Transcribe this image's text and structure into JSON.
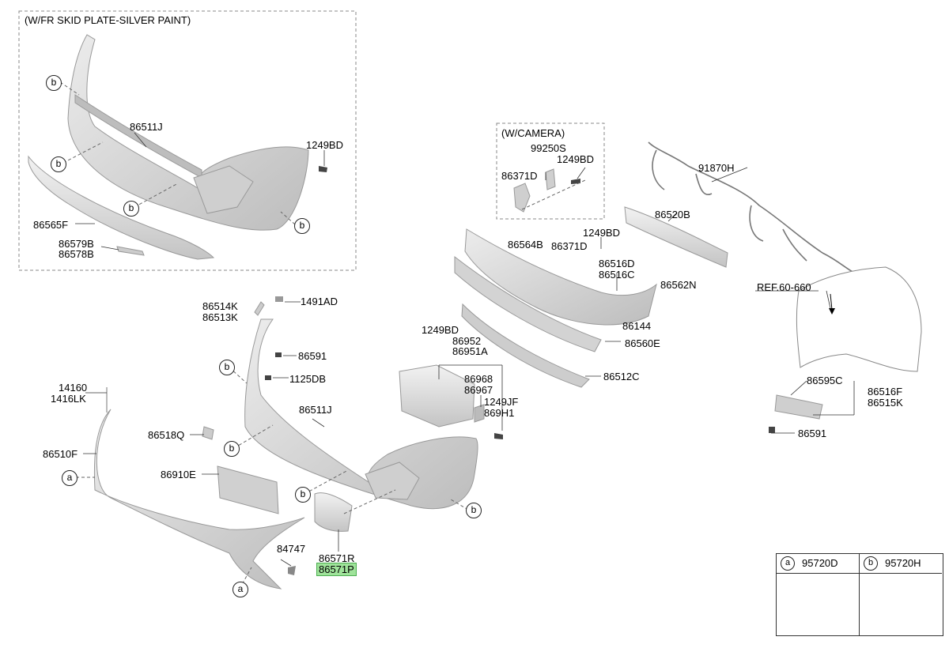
{
  "boxes": {
    "skid_plate_title": "(W/FR SKID PLATE-SILVER PAINT)",
    "camera_title": "(W/CAMERA)"
  },
  "labels": {
    "l86511J_top": "86511J",
    "l1249BD_top": "1249BD",
    "l86565F": "86565F",
    "l86579B": "86579B",
    "l86578B": "86578B",
    "l99250S": "99250S",
    "l86371D_cam": "86371D",
    "l1249BD_cam": "1249BD",
    "l91870H": "91870H",
    "l86520B": "86520B",
    "l1249BD_mid": "1249BD",
    "l86564B": "86564B",
    "l86371D_mid": "86371D",
    "l86516D": "86516D",
    "l86516C": "86516C",
    "l86562N": "86562N",
    "lREF": "REF.60-660",
    "l86514K": "86514K",
    "l86513K": "86513K",
    "l1491AD": "1491AD",
    "l86591_mid": "86591",
    "l1125DB": "1125DB",
    "l86144": "86144",
    "l86560E": "86560E",
    "l1249BD_low": "1249BD",
    "l86952": "86952",
    "l86951A": "86951A",
    "l86968": "86968",
    "l86967": "86967",
    "l1249JF": "1249JF",
    "l869H1": "869H1",
    "l86512C": "86512C",
    "l86595C": "86595C",
    "l86516F": "86516F",
    "l86515K": "86515K",
    "l86591_right": "86591",
    "l14160": "14160",
    "l1416LK": "1416LK",
    "l86511J_mid": "86511J",
    "l86518Q": "86518Q",
    "l86510F": "86510F",
    "l86910E": "86910E",
    "l84747": "84747",
    "l86571R": "86571R",
    "l86571P": "86571P"
  },
  "callouts": {
    "a": "a",
    "b": "b"
  },
  "legend": {
    "a_letter": "a",
    "a_part": "95720D",
    "b_letter": "b",
    "b_part": "95720H"
  },
  "colors": {
    "part_fill": "#d9d9d9",
    "part_stroke": "#9a9a9a",
    "highlight": "#9fe39a"
  }
}
